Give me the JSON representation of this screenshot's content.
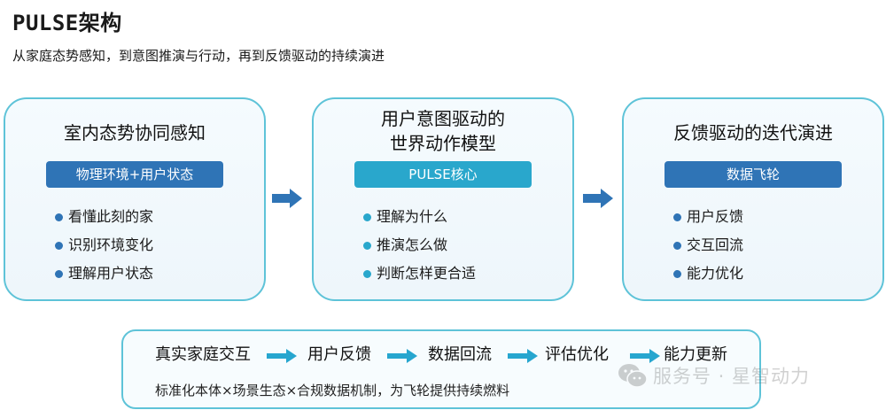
{
  "header": {
    "title": "PULSE架构",
    "subtitle": "从家庭态势感知，到意图推演与行动，再到反馈驱动的持续演进"
  },
  "cards": [
    {
      "title_lines": [
        "室内态势协同感知"
      ],
      "tag": "物理环境+用户状态",
      "bullets": [
        "看懂此刻的家",
        "识别环境变化",
        "理解用户状态"
      ]
    },
    {
      "title_lines": [
        "用户意图驱动的",
        "世界动作模型"
      ],
      "tag": "PULSE核心",
      "bullets": [
        "理解为什么",
        "推演怎么做",
        "判断怎样更合适"
      ]
    },
    {
      "title_lines": [
        "反馈驱动的迭代演进"
      ],
      "tag": "数据飞轮",
      "bullets": [
        "用户反馈",
        "交互回流",
        "能力优化"
      ]
    }
  ],
  "flow": {
    "steps": [
      "真实家庭交互",
      "用户反馈",
      "数据回流",
      "评估优化",
      "能力更新"
    ],
    "note": "标准化本体×场景生态×合规数据机制，为飞轮提供持续燃料"
  },
  "watermark": {
    "text": "服务号 · 星智动力"
  },
  "colors": {
    "border": "#5ec3d8",
    "blue": "#2f74b6",
    "cyan": "#29a7cc",
    "arrow_blue": "#2f74b6",
    "arrow_cyan": "#27a6cf"
  }
}
